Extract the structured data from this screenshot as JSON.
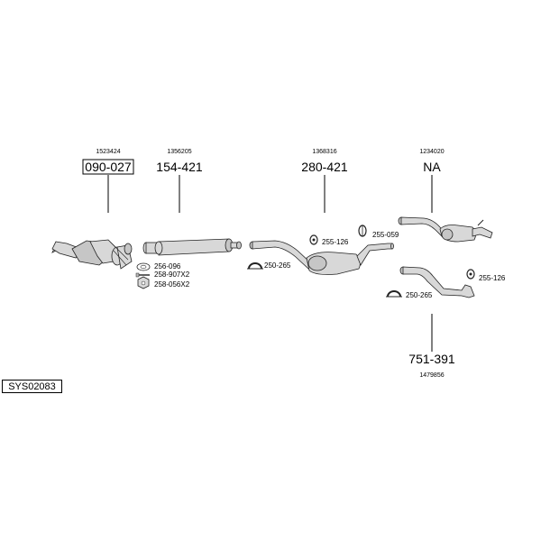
{
  "diagram_id": "SYS02083",
  "parts": {
    "front_pipe": {
      "ref": "1523424",
      "part_no": "090-027"
    },
    "middle_silencer": {
      "ref": "1356205",
      "part_no": "154-421"
    },
    "center_silencer": {
      "ref": "1368316",
      "part_no": "280-421"
    },
    "rear_silencer_a": {
      "ref": "1234020",
      "part_no": "NA"
    },
    "rear_silencer_b": {
      "ref": "1479856",
      "part_no": "751-391"
    }
  },
  "fittings": {
    "gasket": "256-096",
    "bolt": "258-907X2",
    "nut": "258-056X2",
    "clamp_1": "250-265",
    "rubber_1": "255-126",
    "rubber_2": "255-059",
    "rubber_3": "255-126",
    "clamp_2": "250-265"
  },
  "colors": {
    "part_fill": "#d8d8d8",
    "outline": "#222222"
  }
}
